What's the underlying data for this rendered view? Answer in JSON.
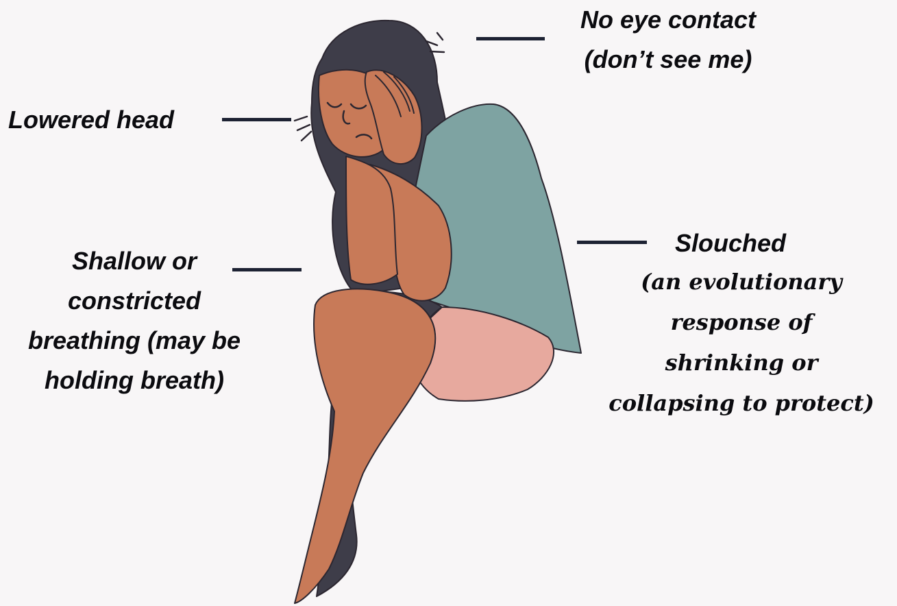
{
  "labels": {
    "eye_contact": [
      "No eye contact",
      "(don’t see me)"
    ],
    "lowered_head": "Lowered head",
    "breathing": [
      "Shallow or",
      "constricted",
      "breathing (may be",
      "holding breath)"
    ],
    "slouched": {
      "title": "Slouched",
      "detail": [
        "(an evolutionary",
        "response of",
        "shrinking or",
        "collapsing to protect)"
      ]
    }
  },
  "colors": {
    "background": "#f8f6f7",
    "text": "#0b0b0f",
    "leader": "#1d2233",
    "skin": "#c87a58",
    "hair": "#3e3d49",
    "shirt": "#7ea3a2",
    "shorts": "#e7a99e",
    "outline": "#2b2630"
  }
}
